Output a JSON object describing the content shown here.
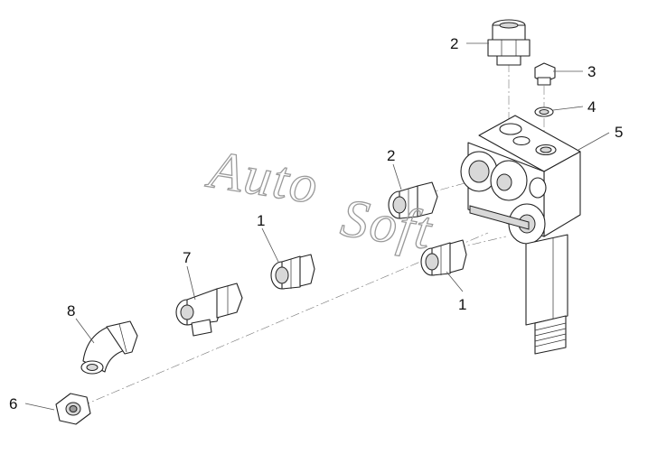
{
  "watermark": {
    "part1": "Auto",
    "part2": "Soft"
  },
  "callouts": {
    "c1_top": "1",
    "c1_bottom": "1",
    "c2_top": "2",
    "c2_mid": "2",
    "c3": "3",
    "c4": "4",
    "c5": "5",
    "c6": "6",
    "c7": "7",
    "c8": "8"
  }
}
